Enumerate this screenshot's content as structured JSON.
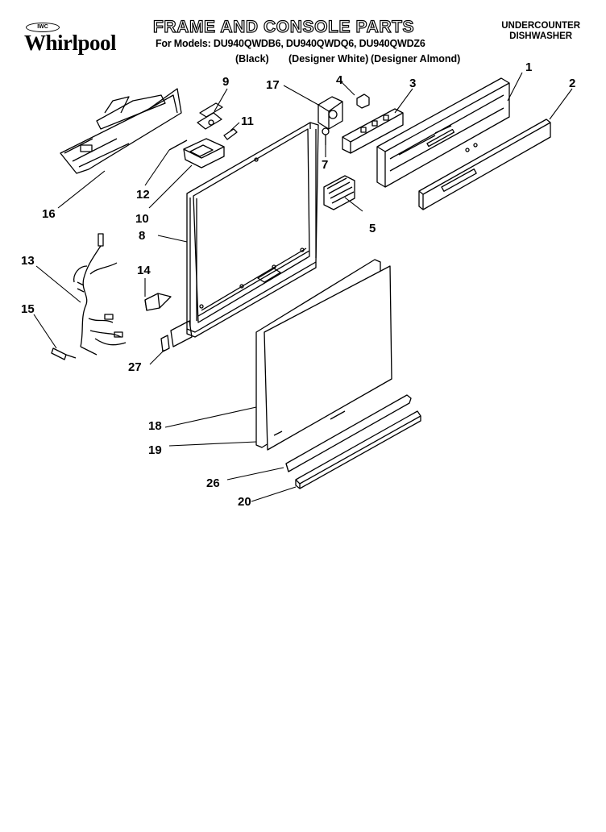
{
  "brand": {
    "seal": "IWC",
    "name": "Whirlpool"
  },
  "header": {
    "title": "FRAME AND CONSOLE PARTS",
    "models": "For Models: DU940QWDB6, DU940QWDQ6, DU940QWDZ6",
    "colors": [
      "(Black)",
      "(Designer White)",
      "(Designer Almond)"
    ],
    "product": [
      "UNDERCOUNTER",
      "DISHWASHER"
    ]
  },
  "callouts": {
    "c1": "1",
    "c2": "2",
    "c3": "3",
    "c4": "4",
    "c5": "5",
    "c7": "7",
    "c8": "8",
    "c9": "9",
    "c10": "10",
    "c11": "11",
    "c12": "12",
    "c13": "13",
    "c14": "14",
    "c15": "15",
    "c16": "16",
    "c17": "17",
    "c18": "18",
    "c19": "19",
    "c20": "20",
    "c26": "26",
    "c27": "27"
  }
}
